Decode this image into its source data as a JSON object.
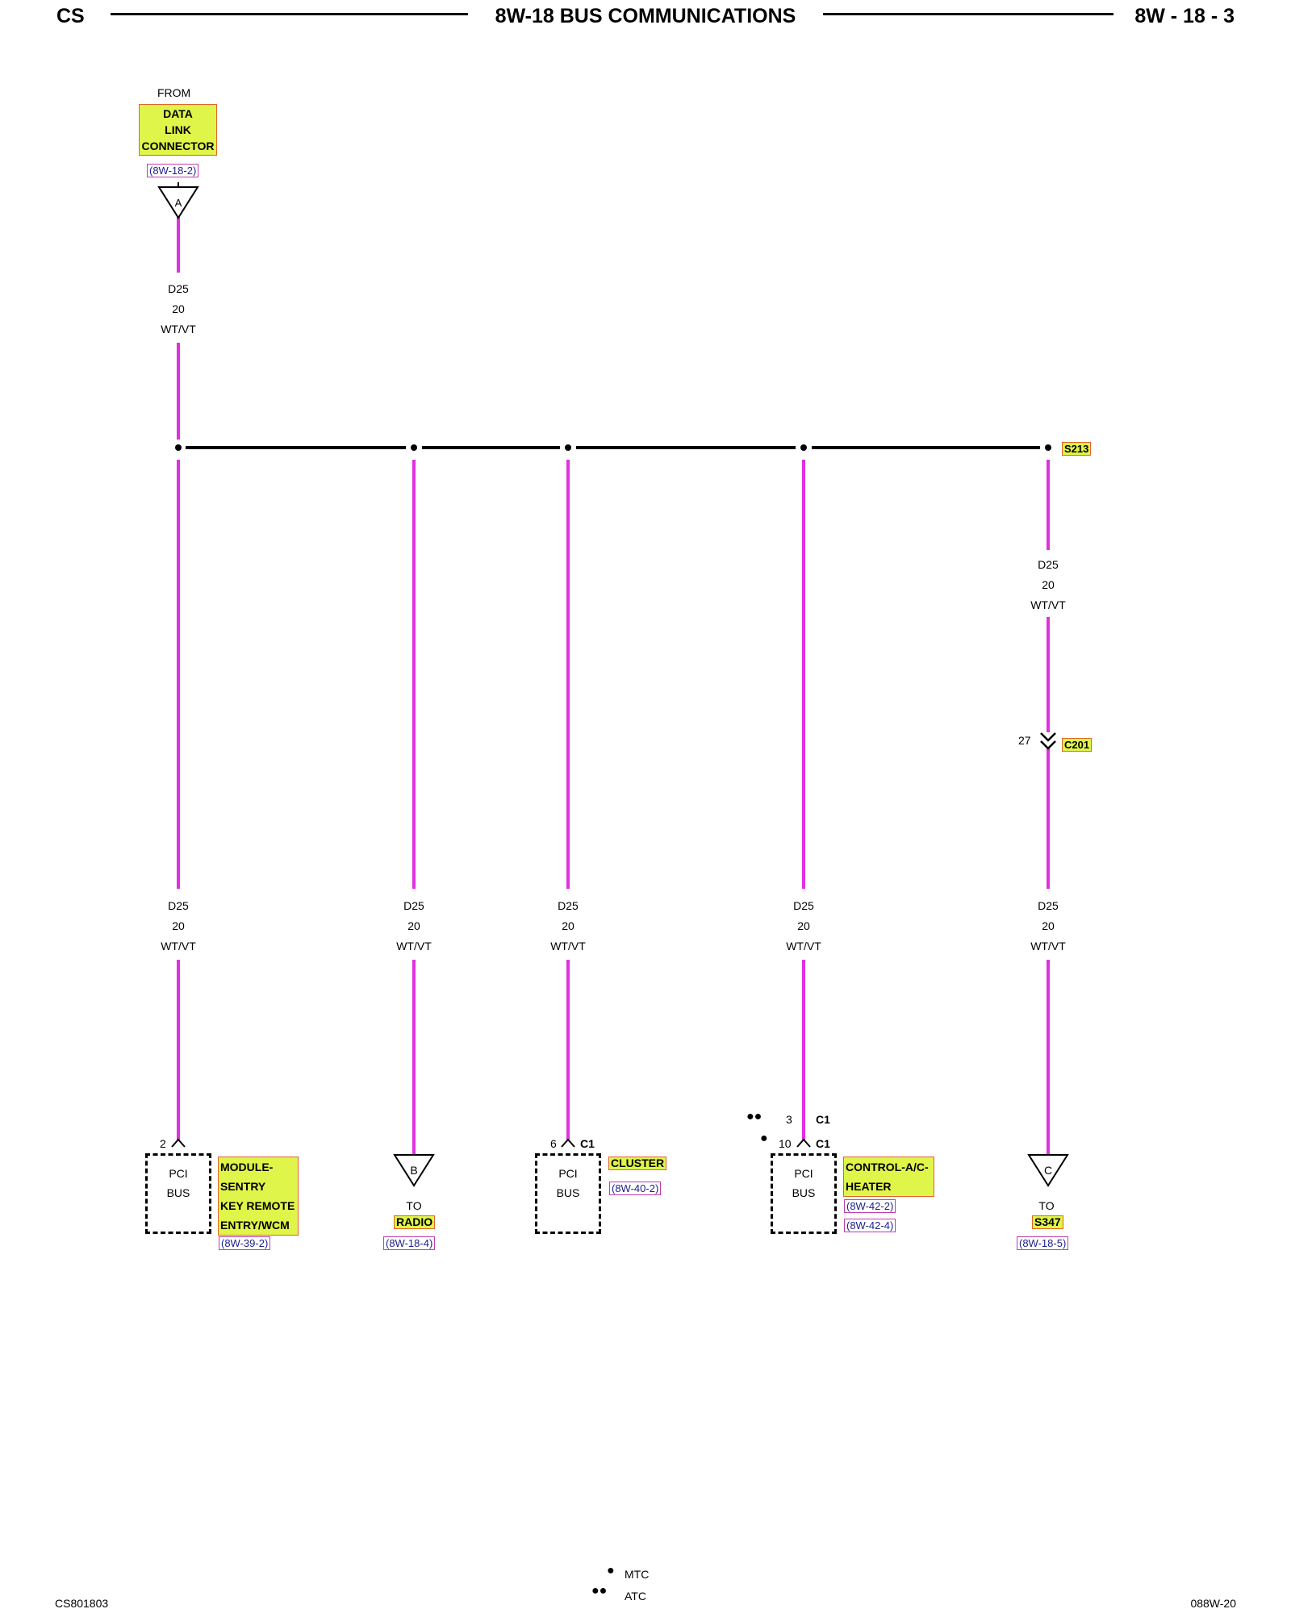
{
  "header": {
    "left": "CS",
    "title": "8W-18 BUS COMMUNICATIONS",
    "right": "8W - 18 - 3"
  },
  "footer": {
    "left_code": "CS801803",
    "right_code": "088W-20",
    "legend": [
      {
        "symbol": "single-icon",
        "label": "MTC"
      },
      {
        "symbol": "double-icon",
        "label": "ATC"
      }
    ]
  },
  "source": {
    "prefix": "FROM",
    "lines": [
      "DATA",
      "LINK",
      "CONNECTOR"
    ],
    "ref": "(8W-18-2)",
    "connector": "A"
  },
  "wire": {
    "circuit": "D25",
    "gauge": "20",
    "color": "WT/VT"
  },
  "splice": "S213",
  "connector_c201": {
    "name": "C201",
    "pin": "27"
  },
  "branches": [
    {
      "pin": "2",
      "box_lines": [
        "PCI",
        "BUS"
      ],
      "name_lines": [
        "MODULE-",
        "SENTRY",
        "KEY REMOTE",
        "ENTRY/WCM"
      ],
      "ref": "(8W-39-2)"
    },
    {
      "connector": "B",
      "to": "TO",
      "name": "RADIO",
      "ref": "(8W-18-4)"
    },
    {
      "pin": "6",
      "conn": "C1",
      "box_lines": [
        "PCI",
        "BUS"
      ],
      "name": "CLUSTER",
      "ref": "(8W-40-2)"
    },
    {
      "pins": [
        {
          "symbol": "double-icon",
          "pin": "3",
          "conn": "C1"
        },
        {
          "symbol": "single-icon",
          "pin": "10",
          "conn": "C1"
        }
      ],
      "box_lines": [
        "PCI",
        "BUS"
      ],
      "name_lines": [
        "CONTROL-A/C-",
        "HEATER"
      ],
      "refs": [
        "(8W-42-2)",
        "(8W-42-4)"
      ]
    },
    {
      "connector": "C",
      "to": "TO",
      "name": "S347",
      "ref": "(8W-18-5)"
    }
  ],
  "colors": {
    "wire": "#e030e0",
    "highlight_fill": "#dff54a",
    "highlight_border": "#e0642a",
    "ref_border": "#c43bb0",
    "ref_text": "#1b1f8a"
  }
}
